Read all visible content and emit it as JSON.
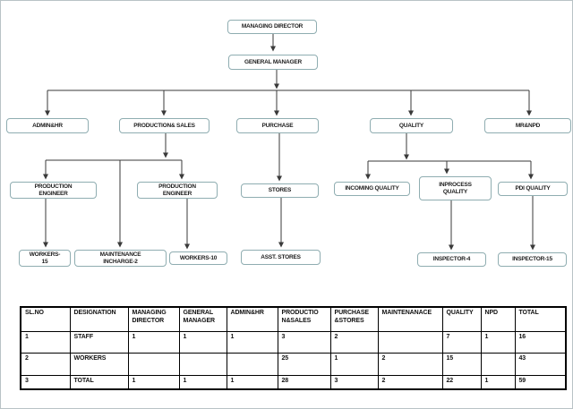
{
  "org_chart": {
    "line_color": "#3a3a3a",
    "box_border_color": "#8fadb1",
    "nodes": {
      "managing_director": {
        "label": "MANAGING DIRECTOR"
      },
      "general_manager": {
        "label": "GENERAL MANAGER"
      },
      "admin_hr": {
        "label": "ADMIN&HR"
      },
      "production_sales": {
        "label": "PRODUCTION& SALES"
      },
      "purchase": {
        "label": "PURCHASE"
      },
      "quality": {
        "label": "QUALITY"
      },
      "mr_npd": {
        "label": "MR&NPD"
      },
      "production_engineer_left": {
        "label": "PRODUCTION\nENGINEER"
      },
      "production_engineer_right": {
        "label": "PRODUCTION\nENGINEER"
      },
      "stores": {
        "label": "STORES"
      },
      "incoming_quality": {
        "label": "INCOMING QUALITY"
      },
      "inprocess_quality": {
        "label": "INPROCESS\nQUALITY"
      },
      "pdi_quality": {
        "label": "PDI QUALITY"
      },
      "workers_15": {
        "label": "WORKERS-\n15"
      },
      "maintenance_incharge": {
        "label": "MAINTENANCE\nINCHARGE-2"
      },
      "workers_10": {
        "label": "WORKERS-10"
      },
      "asst_stores": {
        "label": "ASST. STORES"
      },
      "inspector_4": {
        "label": "INSPECTOR-4"
      },
      "inspector_15": {
        "label": "INSPECTOR-15"
      }
    }
  },
  "table": {
    "headers": [
      "SL.NO",
      "DESIGNATION",
      "MANAGING\nDIRECTOR",
      "GENERAL\nMANAGER",
      "ADMIN&HR",
      "PRODUCTIO\nN&SALES",
      "PURCHASE\n&STORES",
      "MAINTENANACE",
      "QUALITY",
      "NPD",
      "TOTAL"
    ],
    "rows": [
      [
        "1",
        "STAFF",
        "1",
        "1",
        "1",
        "3",
        "2",
        "",
        "7",
        "1",
        "16"
      ],
      [
        "2",
        "WORKERS",
        "",
        "",
        "",
        "25",
        "1",
        "2",
        "15",
        "",
        "43"
      ],
      [
        "3",
        "TOTAL",
        "1",
        "1",
        "1",
        "28",
        "3",
        "2",
        "22",
        "1",
        "59"
      ]
    ]
  }
}
